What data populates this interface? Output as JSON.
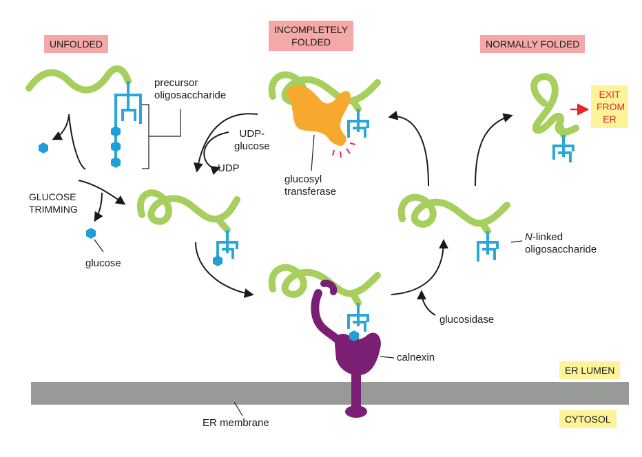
{
  "states": {
    "unfolded": "UNFOLDED",
    "incompletely_folded": "INCOMPLETELY\nFOLDED",
    "normally_folded": "NORMALLY FOLDED"
  },
  "labels": {
    "precursor": "precursor\noligosaccharide",
    "udp_glucose": "UDP-\nglucose",
    "udp": "UDP",
    "glucosyl_transferase": "glucosyl\ntransferase",
    "glucose_trimming": "GLUCOSE\nTRIMMING",
    "glucose": "glucose",
    "n_linked_prefix": "N",
    "n_linked_rest": "-linked\noligosaccharide",
    "glucosidase": "glucosidase",
    "calnexin": "calnexin",
    "er_membrane": "ER membrane",
    "exit": "EXIT\nFROM\nER"
  },
  "regions": {
    "er_lumen": "ER LUMEN",
    "cytosol": "CYTOSOL"
  },
  "colors": {
    "protein_chain": "#a6cf5e",
    "oligosaccharide": "#2aa7d8",
    "glucose": "#1f9fd6",
    "calnexin": "#7b1f74",
    "transferase": "#f7a82e",
    "membrane": "#979a96",
    "state_label_bg": "#f4a9a8",
    "region_label_bg": "#fdf49a",
    "exit_text": "#e8272b"
  }
}
